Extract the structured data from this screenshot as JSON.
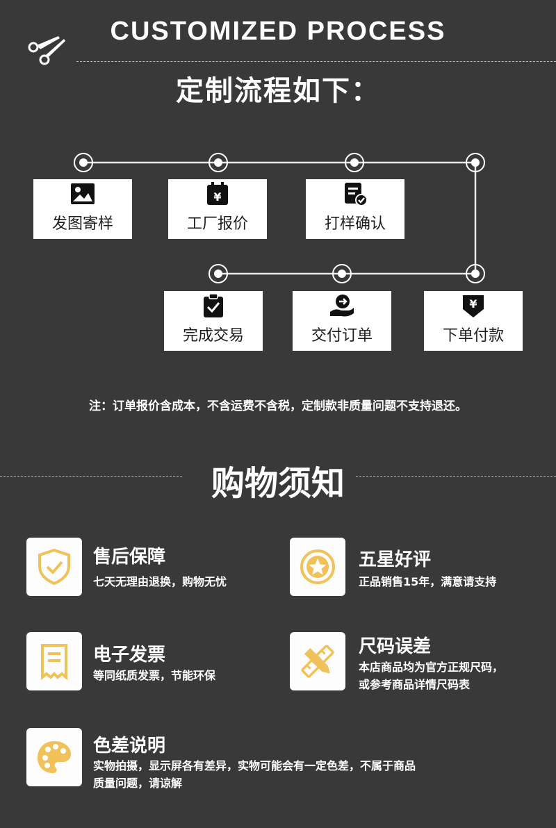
{
  "header": {
    "title": "CUSTOMIZED PROCESS",
    "subtitle": "定制流程如下："
  },
  "process": {
    "steps": [
      {
        "label": "发图寄样",
        "icon": "image-icon"
      },
      {
        "label": "工厂报价",
        "icon": "price-calendar-icon"
      },
      {
        "label": "打样确认",
        "icon": "document-check-icon"
      },
      {
        "label": "下单付款",
        "icon": "yen-download-icon"
      },
      {
        "label": "交付订单",
        "icon": "hand-delivery-icon"
      },
      {
        "label": "完成交易",
        "icon": "clipboard-check-icon"
      }
    ]
  },
  "note": "注：订单报价含成本，不含运费不含税，定制款非质量问题不支持退还。",
  "notice": {
    "title": "购物须知",
    "items": [
      {
        "title": "售后保障",
        "desc": [
          "七天无理由退换，购物无忧"
        ],
        "icon": "shield-check-icon"
      },
      {
        "title": "五星好评",
        "desc": [
          "正品销售15年，满意请支持"
        ],
        "icon": "star-badge-icon"
      },
      {
        "title": "电子发票",
        "desc": [
          "等同纸质发票，节能环保"
        ],
        "icon": "invoice-icon"
      },
      {
        "title": "尺码误差",
        "desc": [
          "本店商品均为官方正规尺码，",
          "或参考商品详情尺码表"
        ],
        "icon": "ruler-pencil-icon"
      },
      {
        "title": "色差说明",
        "desc": [
          "实物拍摄，显示屏各有差异，实物可能会有一定色差，不属于商品",
          "质量问题，请谅解"
        ],
        "icon": "palette-icon"
      }
    ]
  },
  "colors": {
    "background": "#393939",
    "accent_gold": "#F2C25A",
    "box_bg": "#FFFFFF"
  }
}
